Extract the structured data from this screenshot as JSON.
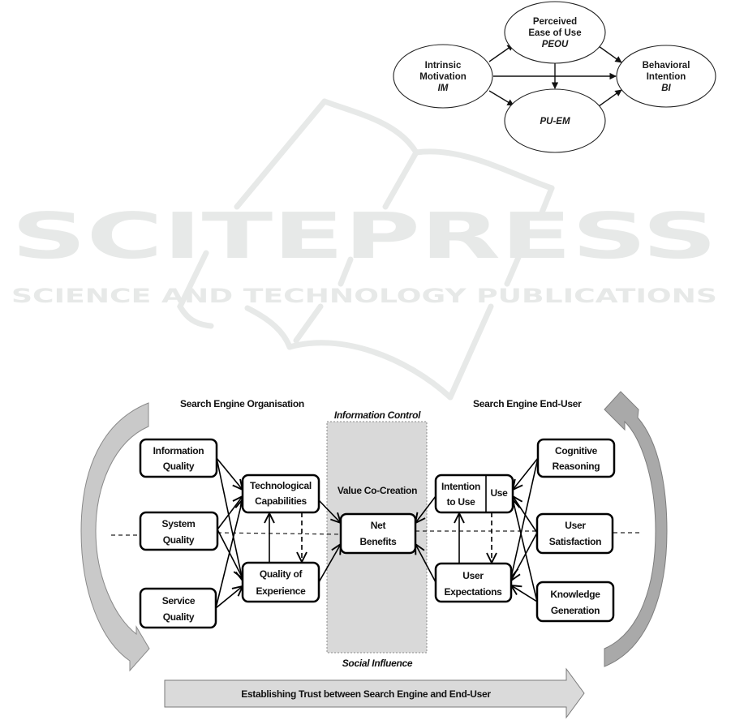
{
  "watermark": {
    "brand": "SCITEPRESS",
    "tagline": "SCIENCE AND TECHNOLOGY PUBLICATIONS",
    "color": "#e7e9e8"
  },
  "tam_diagram": {
    "nodes": {
      "im": {
        "lines": [
          "Intrinsic",
          "Motivation"
        ],
        "abbr": "IM"
      },
      "peou": {
        "lines": [
          "Perceived",
          "Ease of Use"
        ],
        "abbr": "PEOU"
      },
      "puem": {
        "lines": [],
        "abbr": "PU-EM"
      },
      "bi": {
        "lines": [
          "Behavioral",
          "Intention"
        ],
        "abbr": "BI"
      }
    },
    "edges": [
      {
        "from": "IM",
        "to": "PEOU"
      },
      {
        "from": "IM",
        "to": "PU-EM"
      },
      {
        "from": "IM",
        "to": "BI"
      },
      {
        "from": "PEOU",
        "to": "PU-EM"
      },
      {
        "from": "PEOU",
        "to": "BI"
      },
      {
        "from": "PU-EM",
        "to": "BI"
      }
    ]
  },
  "framework": {
    "headers": {
      "left": "Search Engine Organisation",
      "right": "Search Engine End-User",
      "center_top": "Information Control",
      "center_bottom": "Social Influence",
      "center_inner": "Value Co-Creation"
    },
    "left_boxes": {
      "info_quality": [
        "Information",
        "Quality"
      ],
      "system_quality": [
        "System",
        "Quality"
      ],
      "service_quality": [
        "Service",
        "Quality"
      ]
    },
    "mid_left_boxes": {
      "tech_cap": [
        "Technological",
        "Capabilities"
      ],
      "qoe": [
        "Quality of",
        "Experience"
      ]
    },
    "center_box": [
      "Net",
      "Benefits"
    ],
    "mid_right_boxes": {
      "intention": [
        "Intention",
        "to Use"
      ],
      "use": "Use",
      "user_expectations": [
        "User",
        "Expectations"
      ]
    },
    "right_boxes": {
      "cognitive": [
        "Cognitive",
        "Reasoning"
      ],
      "satisfaction": [
        "User",
        "Satisfaction"
      ],
      "knowledge": [
        "Knowledge",
        "Generation"
      ]
    },
    "bottom_arrow": "Establishing Trust between Search Engine and End-User",
    "colors": {
      "panel": "#d9d9d9",
      "arrow_fill": "#cfcfcf",
      "stroke": "#000000"
    }
  }
}
